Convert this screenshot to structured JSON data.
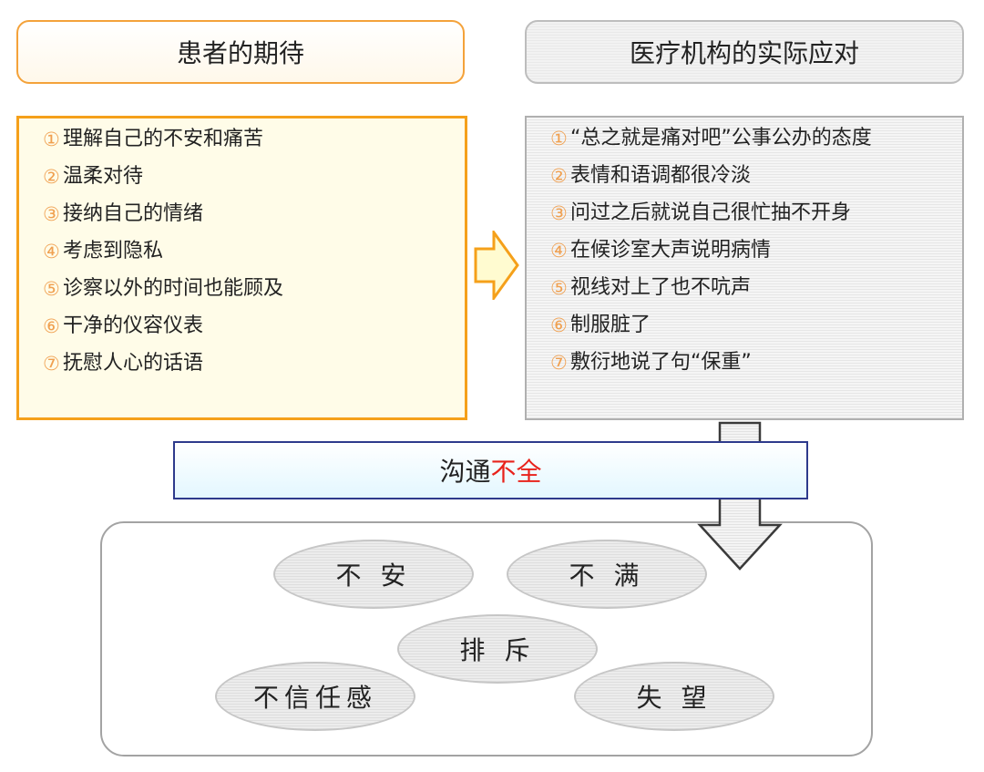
{
  "left_header": "患者的期待",
  "right_header": "医疗机构的实际应对",
  "left_items": [
    {
      "num": "①",
      "text": "理解自己的不安和痛苦"
    },
    {
      "num": "②",
      "text": "温柔对待"
    },
    {
      "num": "③",
      "text": "接纳自己的情绪"
    },
    {
      "num": "④",
      "text": "考虑到隐私"
    },
    {
      "num": "⑤",
      "text": "诊察以外的时间也能顾及"
    },
    {
      "num": "⑥",
      "text": "干净的仪容仪表"
    },
    {
      "num": "⑦",
      "text": "抚慰人心的话语"
    }
  ],
  "right_items": [
    {
      "num": "①",
      "text": "“总之就是痛对吧”公事公办的态度"
    },
    {
      "num": "②",
      "text": "表情和语调都很冷淡"
    },
    {
      "num": "③",
      "text": "问过之后就说自己很忙抽不开身"
    },
    {
      "num": "④",
      "text": "在候诊室大声说明病情"
    },
    {
      "num": "⑤",
      "text": "视线对上了也不吭声"
    },
    {
      "num": "⑥",
      "text": "制服脏了"
    },
    {
      "num": "⑦",
      "text": "敷衍地说了句“保重”"
    }
  ],
  "banner": {
    "prefix": "沟通",
    "highlight": "不全"
  },
  "outcomes": [
    "不 安",
    "不 满",
    "排 斥",
    "不信任感",
    "失 望"
  ],
  "colors": {
    "accent_orange": "#f5a01a",
    "banner_border": "#2d3a8c",
    "highlight_red": "#e8221b"
  }
}
